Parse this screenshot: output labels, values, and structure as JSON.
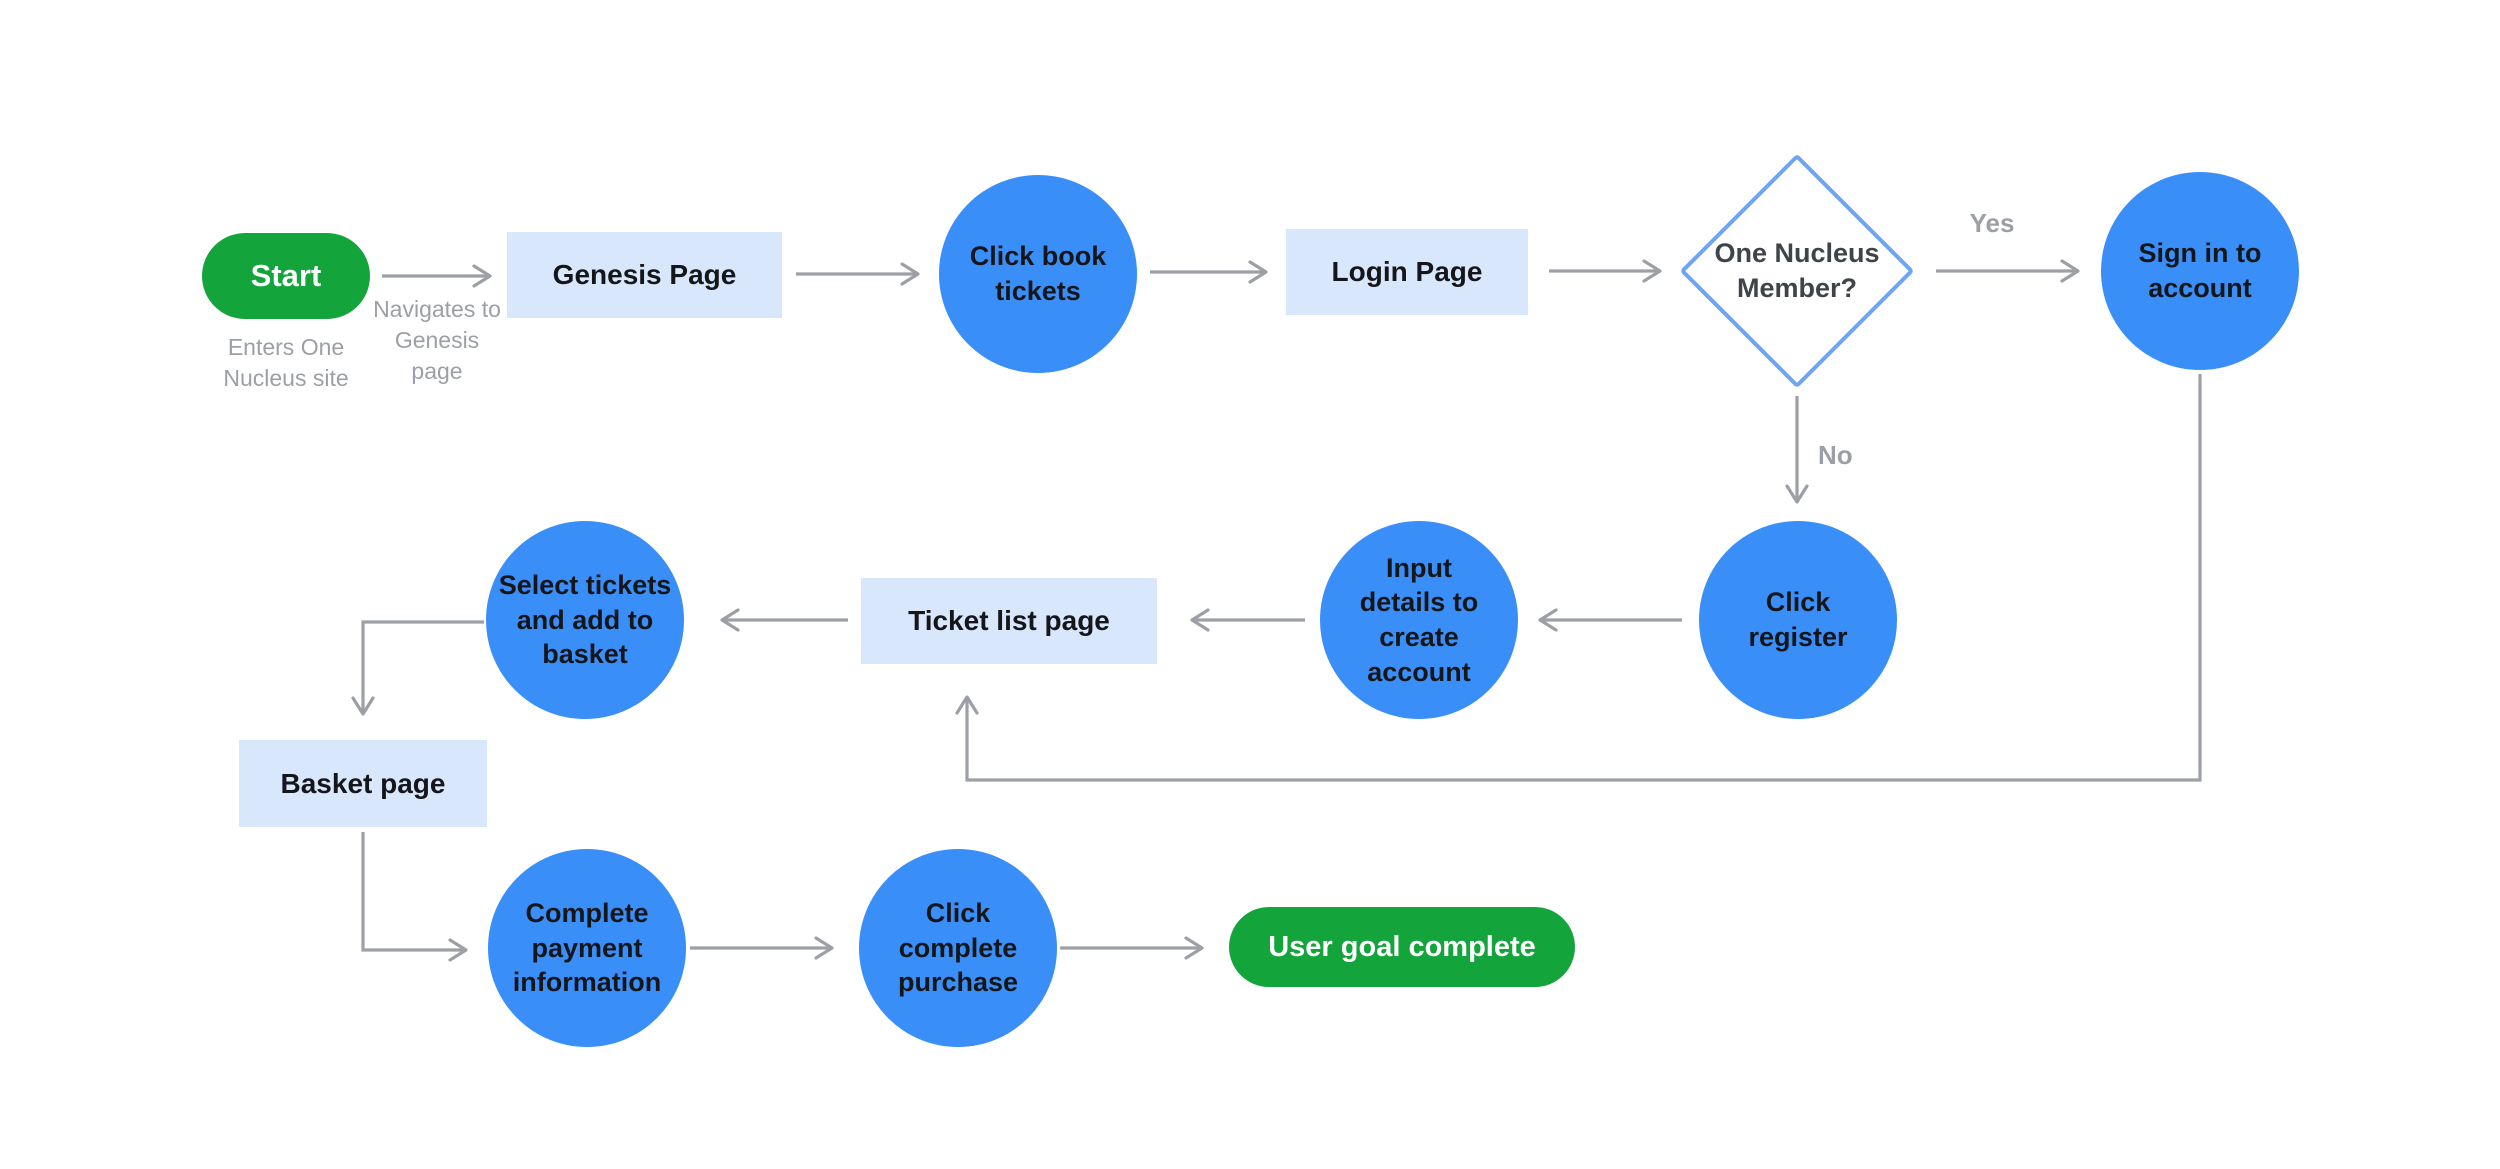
{
  "diagram": {
    "description": "User journey flowchart for booking tickets on the One Nucleus Genesis site"
  },
  "nodes": {
    "start": {
      "label": "Start",
      "type": "terminator"
    },
    "genesis_page": {
      "label": "Genesis Page",
      "type": "page"
    },
    "click_book_tickets": {
      "label": "Click book\ntickets",
      "type": "action"
    },
    "login_page": {
      "label": "Login Page",
      "type": "page"
    },
    "one_nucleus_member": {
      "label": "One Nucleus\nMember?",
      "type": "decision"
    },
    "sign_in_to_account": {
      "label": "Sign in to\naccount",
      "type": "action"
    },
    "click_register": {
      "label": "Click\nregister",
      "type": "action"
    },
    "input_details": {
      "label": "Input\ndetails to\ncreate\naccount",
      "type": "action"
    },
    "ticket_list_page": {
      "label": "Ticket list page",
      "type": "page"
    },
    "select_tickets": {
      "label": "Select tickets\nand add to\nbasket",
      "type": "action"
    },
    "basket_page": {
      "label": "Basket page",
      "type": "page"
    },
    "complete_payment": {
      "label": "Complete\npayment\ninformation",
      "type": "action"
    },
    "click_complete_purchase": {
      "label": "Click\ncomplete\npurchase",
      "type": "action"
    },
    "user_goal_complete": {
      "label": "User goal complete",
      "type": "terminator"
    }
  },
  "annotations": {
    "start_caption": "Enters One\nNucleus site",
    "navigates_caption": "Navigates to\nGenesis\npage",
    "yes_label": "Yes",
    "no_label": "No"
  },
  "edges": [
    {
      "from": "start",
      "to": "genesis_page",
      "label": "Navigates to Genesis page"
    },
    {
      "from": "genesis_page",
      "to": "click_book_tickets",
      "label": ""
    },
    {
      "from": "click_book_tickets",
      "to": "login_page",
      "label": ""
    },
    {
      "from": "login_page",
      "to": "one_nucleus_member",
      "label": ""
    },
    {
      "from": "one_nucleus_member",
      "to": "sign_in_to_account",
      "label": "Yes"
    },
    {
      "from": "one_nucleus_member",
      "to": "click_register",
      "label": "No"
    },
    {
      "from": "click_register",
      "to": "input_details",
      "label": ""
    },
    {
      "from": "input_details",
      "to": "ticket_list_page",
      "label": ""
    },
    {
      "from": "ticket_list_page",
      "to": "select_tickets",
      "label": ""
    },
    {
      "from": "sign_in_to_account",
      "to": "ticket_list_page",
      "label": ""
    },
    {
      "from": "select_tickets",
      "to": "basket_page",
      "label": ""
    },
    {
      "from": "basket_page",
      "to": "complete_payment",
      "label": ""
    },
    {
      "from": "complete_payment",
      "to": "click_complete_purchase",
      "label": ""
    },
    {
      "from": "click_complete_purchase",
      "to": "user_goal_complete",
      "label": ""
    }
  ],
  "colors": {
    "action_blue": "#3A8EF8",
    "page_light_blue": "#D8E7FC",
    "terminator_green": "#14A43C",
    "decision_border_blue": "#6FA4F5",
    "decision_text": "#3F444A",
    "connector_gray": "#9CA0A6",
    "node_text": "#15161A",
    "background": "#FFFFFF"
  }
}
